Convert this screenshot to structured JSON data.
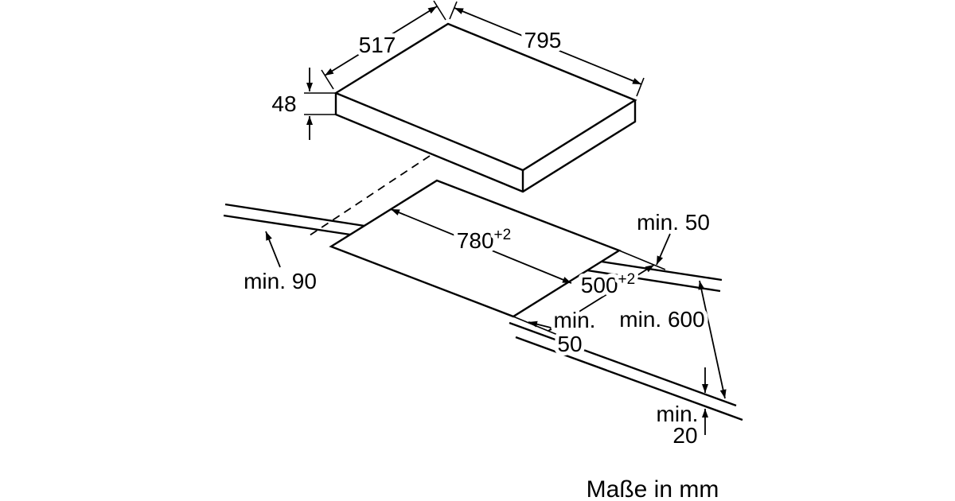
{
  "caption": {
    "units_note": "Maße in mm"
  },
  "appliance": {
    "width": "795",
    "depth": "517",
    "height": "48"
  },
  "cutout": {
    "width": "780",
    "width_tolerance": "+2",
    "depth": "500",
    "depth_tolerance": "+2"
  },
  "clearances": {
    "rear": "min. 50",
    "side": "min. 90",
    "front_line1": "min.",
    "front_line2": "50",
    "worktop_depth": "min. 600",
    "worktop_thickness_line1": "min.",
    "worktop_thickness_line2": "20"
  }
}
